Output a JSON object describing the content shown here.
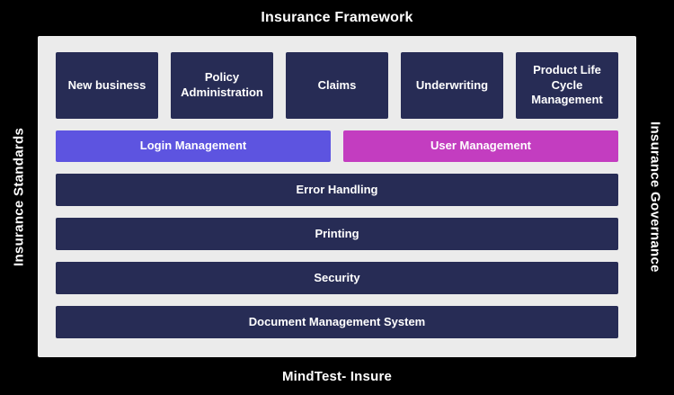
{
  "header": {
    "title": "Insurance Framework"
  },
  "footer": {
    "title": "MindTest- Insure"
  },
  "side_labels": {
    "left": "Insurance Standards",
    "right": "Insurance Governance"
  },
  "diagram": {
    "top_modules": [
      {
        "label": "New business"
      },
      {
        "label": "Policy Administration"
      },
      {
        "label": "Claims"
      },
      {
        "label": "Underwriting"
      },
      {
        "label": "Product Life Cycle Management"
      }
    ],
    "management_modules": [
      {
        "label": "Login Management",
        "color": "#5d54e0"
      },
      {
        "label": "User Management",
        "color": "#c33dc0"
      }
    ],
    "full_width_modules": [
      {
        "label": "Error Handling"
      },
      {
        "label": "Printing"
      },
      {
        "label": "Security"
      },
      {
        "label": "Document Management System"
      }
    ],
    "colors": {
      "page_bg": "#000000",
      "panel_bg": "#ebebeb",
      "module_bg": "#272c55",
      "text": "#ffffff"
    }
  }
}
